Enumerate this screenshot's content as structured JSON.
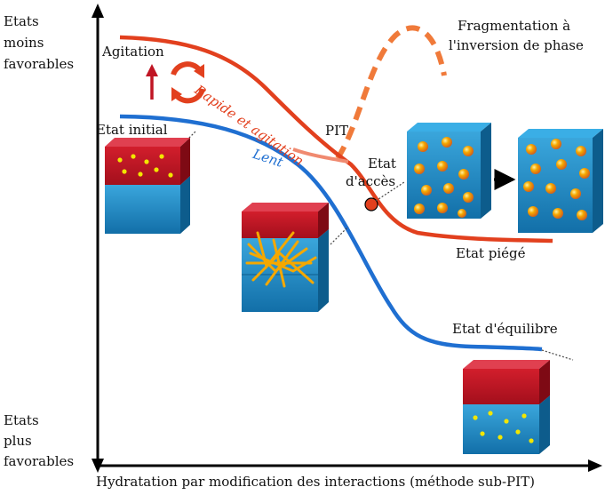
{
  "y_axis": {
    "top_label": [
      "Etats",
      "moins",
      "favorables"
    ],
    "bottom_label": [
      "Etats",
      "plus",
      "favorables"
    ]
  },
  "x_axis": {
    "label": "Hydratation par modification des interactions (méthode sub-PIT)"
  },
  "labels": {
    "agitation": "Agitation",
    "rapide": "Rapide et agitation",
    "lent": "Lent",
    "pit": "PIT",
    "fragmentation": [
      "Fragmentation à",
      "l'inversion de phase"
    ],
    "etat_initial": "Etat initial",
    "etat_acces": [
      "Etat",
      "d'accès"
    ],
    "etat_piege": "Etat piégé",
    "etat_equilibre": "Etat d'équilibre"
  },
  "colors": {
    "red_curve": "#e2401e",
    "orange_dash": "#f07a3a",
    "blue_curve": "#1f6fd1",
    "cube_red": "#c01524",
    "cube_blue": "#1f8fc8",
    "particle": "#f5a800",
    "dot_yellow": "#f2e600"
  }
}
